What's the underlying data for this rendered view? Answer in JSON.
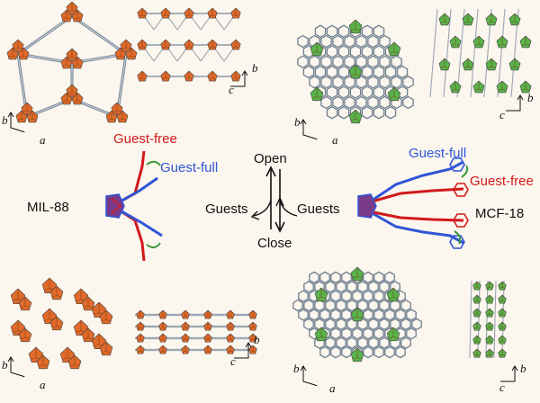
{
  "labels": {
    "mil88": "MIL-88",
    "mcf18": "MCF-18",
    "open": "Open",
    "close": "Close",
    "guests_left": "Guests",
    "guests_right": "Guests",
    "guest_free_left": "Guest-free",
    "guest_full_left": "Guest-full",
    "guest_full_right": "Guest-full",
    "guest_free_right": "Guest-free"
  },
  "axes": {
    "p1": {
      "h": "a",
      "v": "b"
    },
    "p2": {
      "h": "c",
      "v": "b"
    },
    "p3": {
      "h": "a",
      "v": "b"
    },
    "p4": {
      "h": "c",
      "v": "b"
    },
    "p5": {
      "h": "a",
      "v": "b"
    },
    "p6": {
      "h": "c",
      "v": "b"
    },
    "p7": {
      "h": "a",
      "v": "b"
    },
    "p8": {
      "h": "c",
      "v": "b"
    }
  },
  "colors": {
    "background": "#fbf6ee",
    "orange_polyhedra": "#e06a2a",
    "green_polyhedra": "#59b24a",
    "linker_gray": "#6f7f8f",
    "guest_free": "#d21a1a",
    "guest_full": "#2f55d6",
    "arrow_green": "#3a9a3a"
  }
}
